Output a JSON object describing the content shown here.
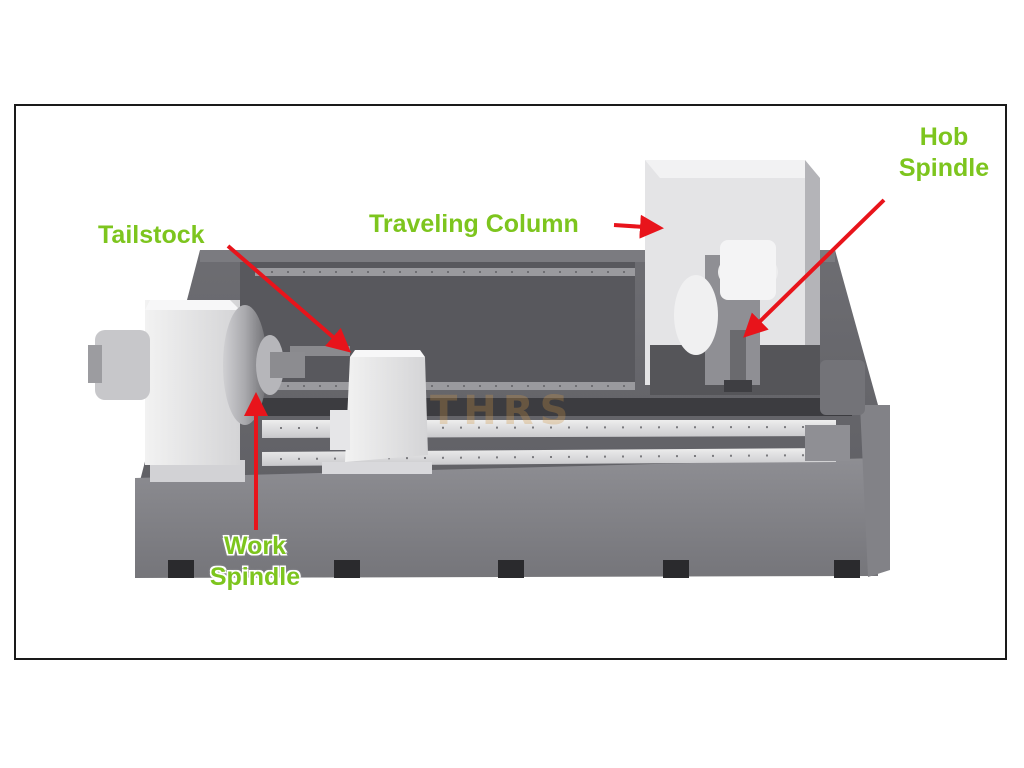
{
  "labels": {
    "hob_spindle": [
      "Hob",
      "Spindle"
    ],
    "traveling_column": "Traveling Column",
    "tailstock": "Tailstock",
    "work_spindle": [
      "Work",
      "Spindle"
    ]
  },
  "watermark": "THRS",
  "colors": {
    "label_green": "#7dc51e",
    "arrow_red": "#e8141b",
    "frame_border": "#1a1a1a",
    "machine_gray": "#8a8a8e"
  }
}
